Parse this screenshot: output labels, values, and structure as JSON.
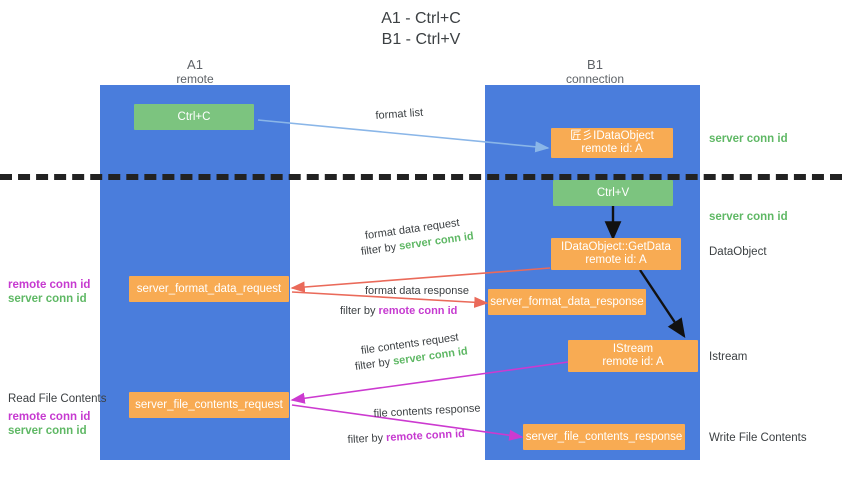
{
  "title": {
    "line1": "A1 - Ctrl+C",
    "line2": "B1 - Ctrl+V"
  },
  "columns": [
    {
      "name": "A1",
      "role": "remote"
    },
    {
      "name": "B1",
      "role": "connection"
    }
  ],
  "colors": {
    "band": "#4a7ddc",
    "node_orange": "#f8ab53",
    "node_green": "#7cc47f",
    "server_conn": "#5fb865",
    "remote_conn": "#c63ad0",
    "arrow_blue": "#8ab6e8",
    "arrow_red": "#ea6a5a",
    "arrow_magenta": "#cc3ad0",
    "arrow_black": "#111111",
    "divider": "#222222"
  },
  "nodes": {
    "ctrl_c": "Ctrl+C",
    "ctrl_v": "Ctrl+V",
    "idataobject": {
      "line1": "匠彡IDataObject",
      "line2": "remote id: A"
    },
    "getdata": {
      "line1": "IDataObject::GetData",
      "line2": "remote id: A"
    },
    "istream": {
      "line1": "IStream",
      "line2": "remote id: A"
    },
    "server_format_data_request": "server_format_data_request",
    "server_format_data_response": "server_format_data_response",
    "server_file_contents_request": "server_file_contents_request",
    "server_file_contents_response": "server_file_contents_response"
  },
  "right_labels": {
    "server_conn_top": "server conn id",
    "server_conn_mid": "server conn id",
    "dataobject": "DataObject",
    "istream": "Istream",
    "write_file_contents": "Write File Contents"
  },
  "left_labels": {
    "format_remote": "remote conn id",
    "format_server": "server conn id",
    "read_file_contents": "Read File Contents",
    "file_remote": "remote conn id",
    "file_server": "server conn id"
  },
  "arrows": {
    "format_list": "format list",
    "format_data_request": "format data request",
    "format_data_request_filter_prefix": "filter by ",
    "format_data_request_filter_tag": "server conn id",
    "format_data_response": "format data response",
    "format_data_response_filter_prefix": "filter by ",
    "format_data_response_filter_tag": "remote conn id",
    "file_contents_request": "file contents request",
    "file_contents_request_filter_prefix": "filter by ",
    "file_contents_request_filter_tag": "server conn id",
    "file_contents_response": "file contents response",
    "file_contents_response_filter_prefix": "filter by ",
    "file_contents_response_filter_tag": "remote conn id"
  }
}
